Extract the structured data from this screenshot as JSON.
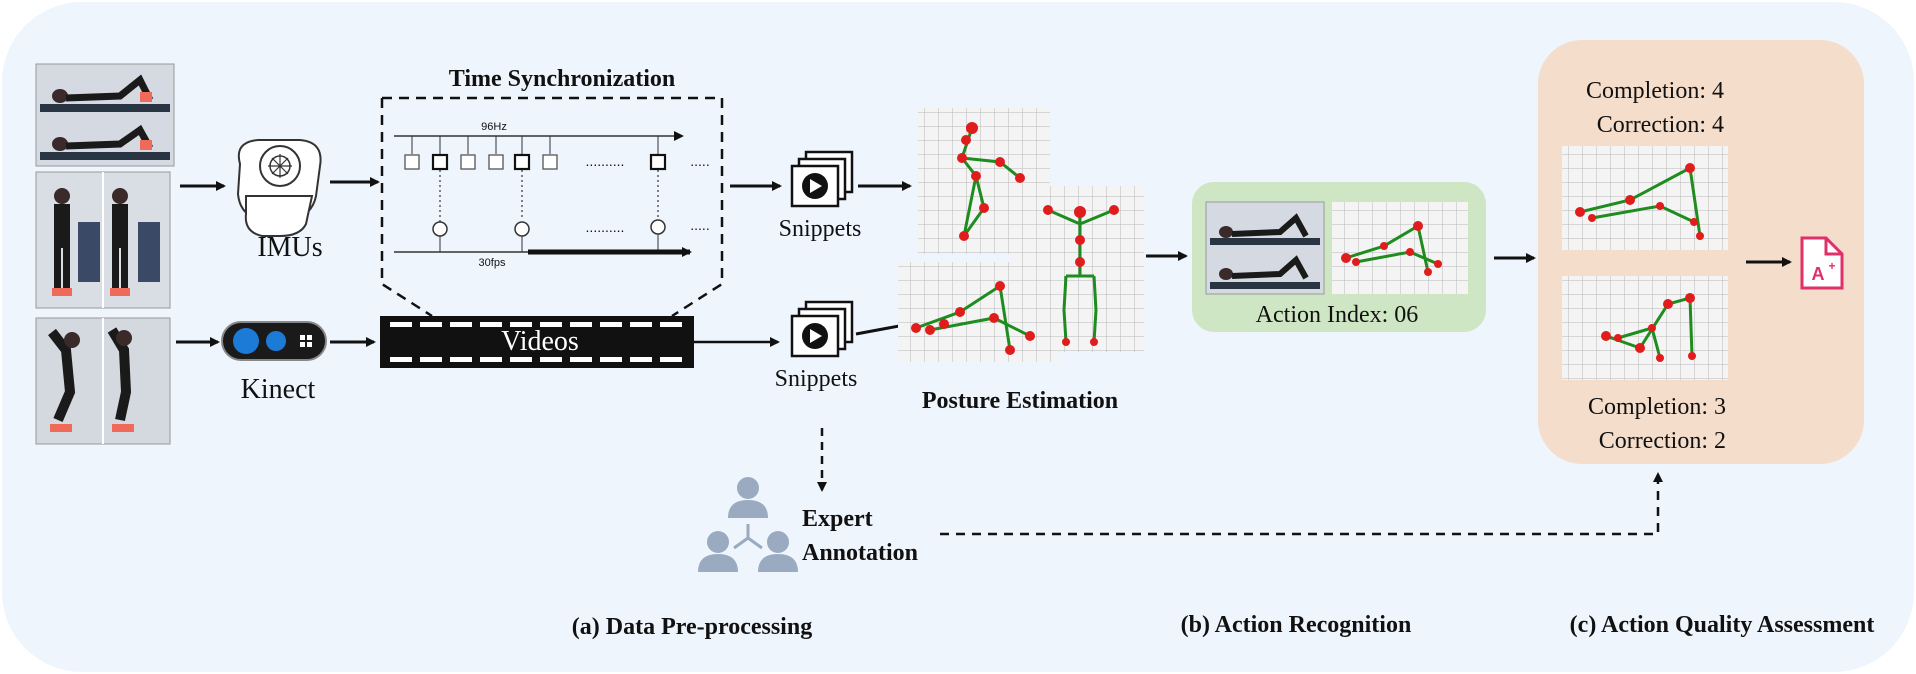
{
  "title": "Time Synchronization",
  "sync": {
    "rate_top": "96Hz",
    "rate_bottom": "30fps"
  },
  "inputs": {
    "imu_label": "IMUs",
    "kinect_label": "Kinect",
    "videos_label": "Videos"
  },
  "snippets": {
    "top_label": "Snippets",
    "bottom_label": "Snippets"
  },
  "posture": {
    "label": "Posture Estimation"
  },
  "expert": {
    "line1": "Expert",
    "line2": "Annotation"
  },
  "recognition": {
    "index_label": "Action Index: 06"
  },
  "quality": {
    "top_completion": "Completion: 4",
    "top_correction": "Correction: 4",
    "bottom_completion": "Completion: 3",
    "bottom_correction": "Correction: 2",
    "grade_icon": "grade-a-plus-document-icon"
  },
  "sections": {
    "a": "(a) Data Pre-processing",
    "b": "(b) Action Recognition",
    "c": "(c) Action Quality Assessment"
  },
  "colors": {
    "background": "#eef5fc",
    "recognition_box": "#cfe6c4",
    "quality_box": "#f5ddcb",
    "skeleton_line": "#1e8c1e",
    "skeleton_joint": "#e01c1c",
    "grade_icon": "#e0306a",
    "expert_icon": "#9aaac0"
  }
}
